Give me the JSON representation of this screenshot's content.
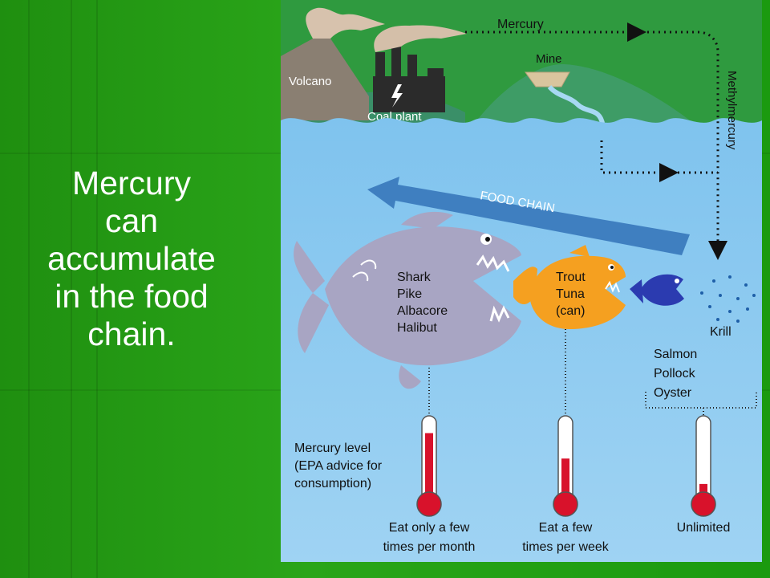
{
  "slide": {
    "text_lines": [
      "Mercury",
      "can",
      "accumulate",
      "in the food",
      "chain."
    ]
  },
  "diagram": {
    "sources": {
      "volcano": "Volcano",
      "coal_plant": "Coal plant",
      "mine": "Mine"
    },
    "pathway": {
      "mercury": "Mercury",
      "methylmercury": "Methylmercury"
    },
    "food_chain_label": "FOOD CHAIN",
    "fish_groups": {
      "big_fish": [
        "Shark",
        "Pike",
        "Albacore",
        "Halibut"
      ],
      "mid_fish": [
        "Trout",
        "Tuna",
        "(can)"
      ],
      "krill": "Krill",
      "small_fish": [
        "Salmon",
        "Pollock",
        "Oyster"
      ]
    },
    "mercury_legend": [
      "Mercury level",
      "(EPA advice for",
      "consumption)"
    ],
    "thermometers": [
      {
        "advice": [
          "Eat only a few",
          "times per month"
        ],
        "level": 0.88
      },
      {
        "advice": [
          "Eat a few",
          "times per week"
        ],
        "level": 0.55
      },
      {
        "advice": [
          "Unlimited"
        ],
        "level": 0.22
      }
    ],
    "colors": {
      "water": "#8cc8ef",
      "land": "#3a9a55",
      "big_fish": "#a8a5c3",
      "mid_fish": "#f5a020",
      "small_fish": "#2b3bb0",
      "mercury_red": "#d8122b"
    }
  }
}
